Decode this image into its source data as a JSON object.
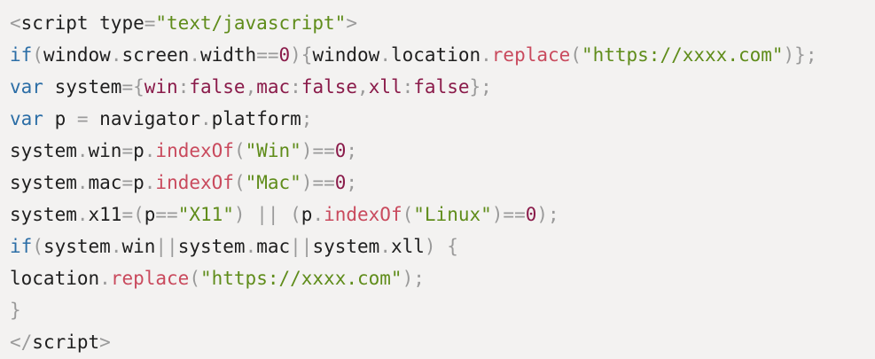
{
  "colors": {
    "background": "#f3f2f1",
    "default": "#1f1f1f",
    "punctuation": "#9a9a9a",
    "keyword": "#2c6ea6",
    "property": "#8a1b4a",
    "method": "#c94a5d",
    "string": "#5f8c1a",
    "number": "#8a1b4a"
  },
  "code": {
    "lines": [
      [
        {
          "t": "<",
          "c": "gray"
        },
        {
          "t": "script type",
          "c": "black"
        },
        {
          "t": "=",
          "c": "gray"
        },
        {
          "t": "\"text/javascript\"",
          "c": "green"
        },
        {
          "t": ">",
          "c": "gray"
        }
      ],
      [
        {
          "t": "if",
          "c": "blue"
        },
        {
          "t": "(",
          "c": "gray"
        },
        {
          "t": "window",
          "c": "black"
        },
        {
          "t": ".",
          "c": "gray"
        },
        {
          "t": "screen",
          "c": "black"
        },
        {
          "t": ".",
          "c": "gray"
        },
        {
          "t": "width",
          "c": "black"
        },
        {
          "t": "==",
          "c": "gray"
        },
        {
          "t": "0",
          "c": "purple"
        },
        {
          "t": "){",
          "c": "gray"
        },
        {
          "t": "window",
          "c": "black"
        },
        {
          "t": ".",
          "c": "gray"
        },
        {
          "t": "location",
          "c": "black"
        },
        {
          "t": ".",
          "c": "gray"
        },
        {
          "t": "replace",
          "c": "red"
        },
        {
          "t": "(",
          "c": "gray"
        },
        {
          "t": "\"https://xxxx.com\"",
          "c": "green"
        },
        {
          "t": ")};",
          "c": "gray"
        }
      ],
      [
        {
          "t": "var",
          "c": "blue"
        },
        {
          "t": " system",
          "c": "black"
        },
        {
          "t": "={",
          "c": "gray"
        },
        {
          "t": "win",
          "c": "purple"
        },
        {
          "t": ":",
          "c": "gray"
        },
        {
          "t": "false",
          "c": "purple"
        },
        {
          "t": ",",
          "c": "gray"
        },
        {
          "t": "mac",
          "c": "purple"
        },
        {
          "t": ":",
          "c": "gray"
        },
        {
          "t": "false",
          "c": "purple"
        },
        {
          "t": ",",
          "c": "gray"
        },
        {
          "t": "xll",
          "c": "purple"
        },
        {
          "t": ":",
          "c": "gray"
        },
        {
          "t": "false",
          "c": "purple"
        },
        {
          "t": "};",
          "c": "gray"
        }
      ],
      [
        {
          "t": "var",
          "c": "blue"
        },
        {
          "t": " p ",
          "c": "black"
        },
        {
          "t": "=",
          "c": "gray"
        },
        {
          "t": " navigator",
          "c": "black"
        },
        {
          "t": ".",
          "c": "gray"
        },
        {
          "t": "platform",
          "c": "black"
        },
        {
          "t": ";",
          "c": "gray"
        }
      ],
      [
        {
          "t": "system",
          "c": "black"
        },
        {
          "t": ".",
          "c": "gray"
        },
        {
          "t": "win",
          "c": "black"
        },
        {
          "t": "=",
          "c": "gray"
        },
        {
          "t": "p",
          "c": "black"
        },
        {
          "t": ".",
          "c": "gray"
        },
        {
          "t": "indexOf",
          "c": "red"
        },
        {
          "t": "(",
          "c": "gray"
        },
        {
          "t": "\"Win\"",
          "c": "green"
        },
        {
          "t": ")==",
          "c": "gray"
        },
        {
          "t": "0",
          "c": "purple"
        },
        {
          "t": ";",
          "c": "gray"
        }
      ],
      [
        {
          "t": "system",
          "c": "black"
        },
        {
          "t": ".",
          "c": "gray"
        },
        {
          "t": "mac",
          "c": "black"
        },
        {
          "t": "=",
          "c": "gray"
        },
        {
          "t": "p",
          "c": "black"
        },
        {
          "t": ".",
          "c": "gray"
        },
        {
          "t": "indexOf",
          "c": "red"
        },
        {
          "t": "(",
          "c": "gray"
        },
        {
          "t": "\"Mac\"",
          "c": "green"
        },
        {
          "t": ")==",
          "c": "gray"
        },
        {
          "t": "0",
          "c": "purple"
        },
        {
          "t": ";",
          "c": "gray"
        }
      ],
      [
        {
          "t": "system",
          "c": "black"
        },
        {
          "t": ".",
          "c": "gray"
        },
        {
          "t": "x11",
          "c": "black"
        },
        {
          "t": "=(",
          "c": "gray"
        },
        {
          "t": "p",
          "c": "black"
        },
        {
          "t": "==",
          "c": "gray"
        },
        {
          "t": "\"X11\"",
          "c": "green"
        },
        {
          "t": ") || (",
          "c": "gray"
        },
        {
          "t": "p",
          "c": "black"
        },
        {
          "t": ".",
          "c": "gray"
        },
        {
          "t": "indexOf",
          "c": "red"
        },
        {
          "t": "(",
          "c": "gray"
        },
        {
          "t": "\"Linux\"",
          "c": "green"
        },
        {
          "t": ")==",
          "c": "gray"
        },
        {
          "t": "0",
          "c": "purple"
        },
        {
          "t": ");",
          "c": "gray"
        }
      ],
      [
        {
          "t": "if",
          "c": "blue"
        },
        {
          "t": "(",
          "c": "gray"
        },
        {
          "t": "system",
          "c": "black"
        },
        {
          "t": ".",
          "c": "gray"
        },
        {
          "t": "win",
          "c": "black"
        },
        {
          "t": "||",
          "c": "gray"
        },
        {
          "t": "system",
          "c": "black"
        },
        {
          "t": ".",
          "c": "gray"
        },
        {
          "t": "mac",
          "c": "black"
        },
        {
          "t": "||",
          "c": "gray"
        },
        {
          "t": "system",
          "c": "black"
        },
        {
          "t": ".",
          "c": "gray"
        },
        {
          "t": "xll",
          "c": "black"
        },
        {
          "t": ") {",
          "c": "gray"
        }
      ],
      [
        {
          "t": "location",
          "c": "black"
        },
        {
          "t": ".",
          "c": "gray"
        },
        {
          "t": "replace",
          "c": "red"
        },
        {
          "t": "(",
          "c": "gray"
        },
        {
          "t": "\"https://xxxx.com\"",
          "c": "green"
        },
        {
          "t": ");",
          "c": "gray"
        }
      ],
      [
        {
          "t": "}",
          "c": "gray"
        }
      ],
      [
        {
          "t": "</",
          "c": "gray"
        },
        {
          "t": "script",
          "c": "black"
        },
        {
          "t": ">",
          "c": "gray"
        }
      ]
    ]
  }
}
